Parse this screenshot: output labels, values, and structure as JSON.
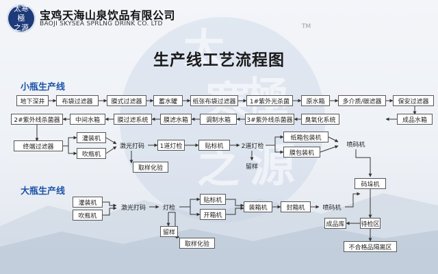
{
  "company": {
    "name_cn": "宝鸡天海山泉饮品有限公司",
    "name_en": "BAOJI SKYSEA SPRLNG DRINK CO. LTD",
    "logo_text": [
      "太寒",
      "極",
      "之源"
    ],
    "trademark": "TM"
  },
  "title": "生产线工艺流程图",
  "sections": {
    "small": "小瓶生产线",
    "large": "大瓶生产线"
  },
  "nodes": {
    "deep_well": "地下深井",
    "bag_filter": "布袋过滤器",
    "membrane_filter": "膜式过滤器",
    "reservoir": "蓄水罐",
    "paper_bag_filter": "纸张布袋过滤器",
    "uv1": "1#紫外光杀菌",
    "raw_tank": "原水箱",
    "multi_media": "多介质/碳滤器",
    "security_filter": "保安过滤器",
    "uv2": "2#紫外线杀菌器",
    "mid_tank": "中间水箱",
    "membrane_system": "膜过滤系统",
    "membrane_filter_tank": "膜滤水箱",
    "blend_tank": "调制水箱",
    "uv3": "3#紫外线杀菌器",
    "ozone": "臭氧化系统",
    "product_tank": "成品水箱",
    "terminal_filter": "终端过滤器",
    "s_filler": "灌装机",
    "s_blower": "吹瓶机",
    "s_laser": "激光打码",
    "s_lamp1": "1道灯检",
    "s_labeler": "贴标机",
    "s_lamp2": "2道灯检",
    "s_carton": "纸箱包装机",
    "s_film": "膜包装机",
    "s_inkjet": "喷码机",
    "s_sample_test": "取样化验",
    "s_retain": "留样",
    "stacker": "码垛机",
    "l_filler": "灌装机",
    "l_blower": "吹瓶机",
    "l_laser": "激光打码",
    "l_lamp": "灯检",
    "l_labeler": "贴标机",
    "l_opener": "开箱机",
    "l_packer": "装箱机",
    "l_sealer": "封箱机",
    "l_inkjet": "喷码机",
    "l_retain": "留样",
    "l_sample_test": "取样化验",
    "finished_store": "成品库",
    "inspect_zone": "待检区",
    "reject_zone": "不合格品隔离区"
  }
}
